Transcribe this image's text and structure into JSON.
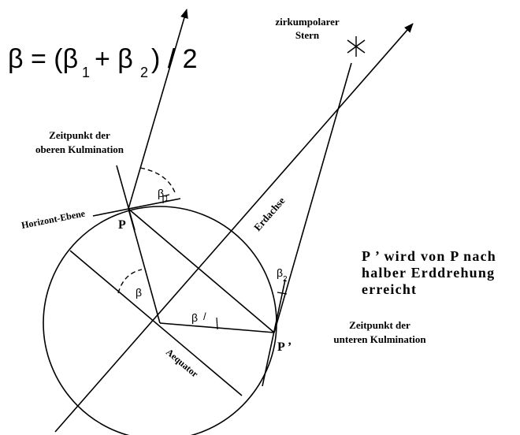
{
  "formula": {
    "lhs": "β = (β",
    "sub1": "1",
    "plus": "+ β",
    "sub2": "2",
    "rhs": ")  / 2"
  },
  "labels": {
    "star_line1": "zirkumpolarer",
    "star_line2": "Stern",
    "upper_culm_line1": "Zeitpunkt der",
    "upper_culm_line2": "oberen Kulmination",
    "horizon": "Horizont-Ebene",
    "axis": "Erdachse",
    "point_p": "P",
    "point_p_prime": "P ’",
    "equator": "Aequator",
    "lower_culm_line1": "Zeitpunkt der",
    "lower_culm_line2": "unteren Kulmination",
    "angle_beta": "β",
    "angle_beta_eq": "β",
    "angle_beta1_sym": "β",
    "angle_beta1_sub": "1",
    "angle_beta2_sym": "β",
    "angle_beta2_sub": "2"
  },
  "note": {
    "line1": "P ’  wird von P nach",
    "line2": "halber Erddrehung",
    "line3": "erreicht"
  },
  "colors": {
    "ink": "#000000",
    "background": "#ffffff"
  }
}
